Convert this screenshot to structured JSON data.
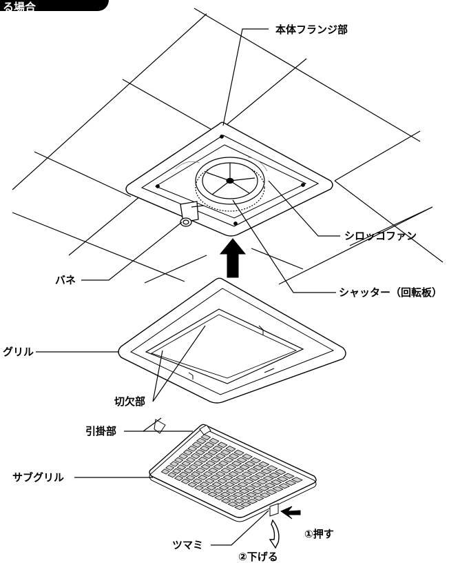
{
  "header": {
    "tab_text": "る場合"
  },
  "labels": {
    "body_flange": "本体フランジ部",
    "sirocco_fan": "シロッコファン",
    "spring": "バネ",
    "shutter": "シャッター（回転板）",
    "grille": "グリル",
    "cutout": "切欠部",
    "hook": "引掛部",
    "sub_grille": "サブグリル",
    "knob": "ツマミ",
    "step1": "①押す",
    "step2": "②下げる"
  },
  "colors": {
    "line": "#000000",
    "background": "#ffffff",
    "grid_fill": "#cfcfcf"
  },
  "sub_grille_grid": {
    "rows": 10,
    "cols": 12
  }
}
